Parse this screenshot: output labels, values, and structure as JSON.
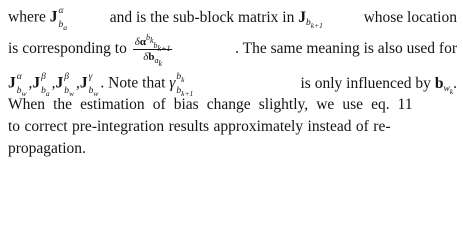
{
  "paper": {
    "line1": {
      "t1": "where ",
      "t2": " and is the sub-block matrix in ",
      "t3": " whose location"
    },
    "line2": {
      "t1": "is corresponding to ",
      "t2": ". The same meaning is also used for"
    },
    "line3": {
      "t1": ". Note that ",
      "t2": " is only influenced by "
    },
    "line4": {
      "t1": "When the estimation of bias change slightly, we use eq. 11"
    },
    "line5": {
      "t1": "to correct pre-integration results approximately instead of re-"
    },
    "line6": {
      "t1": "propagation."
    },
    "math": {
      "J": "J",
      "alpha": "α",
      "beta": "β",
      "gamma": "γ",
      "b": "b",
      "w": "w",
      "a": "a",
      "k": "k",
      "k1": "k+1",
      "delta": "δ",
      "comma": ","
    }
  }
}
